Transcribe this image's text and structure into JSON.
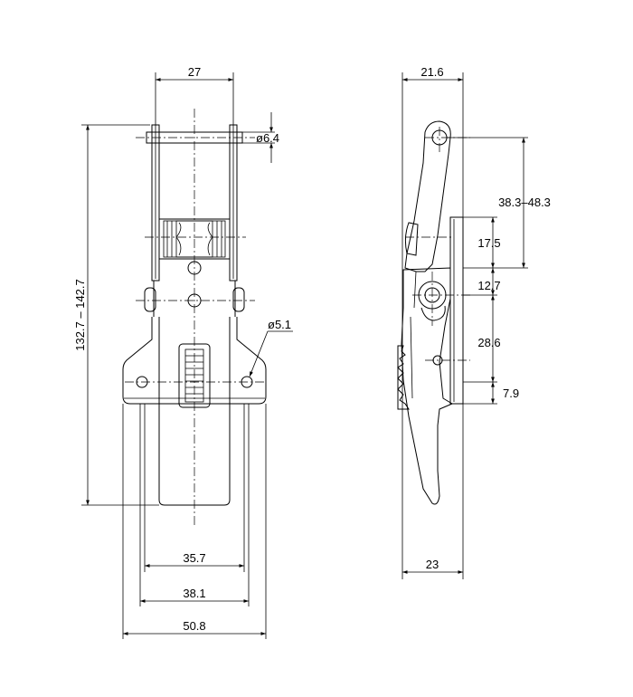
{
  "front_view": {
    "dims": {
      "top_width": "27",
      "hole_top": "ø6.4",
      "hole_mount": "ø5.1",
      "overall_height": "132.7 – 142.7",
      "width_inner": "35.7",
      "width_mid": "38.1",
      "width_base": "50.8"
    }
  },
  "side_view": {
    "dims": {
      "top_width": "21.6",
      "throw": "38.3–48.3",
      "d1": "17.5",
      "d2": "12.7",
      "d3": "28.6",
      "d4": "7.9",
      "bottom_width": "23"
    }
  }
}
